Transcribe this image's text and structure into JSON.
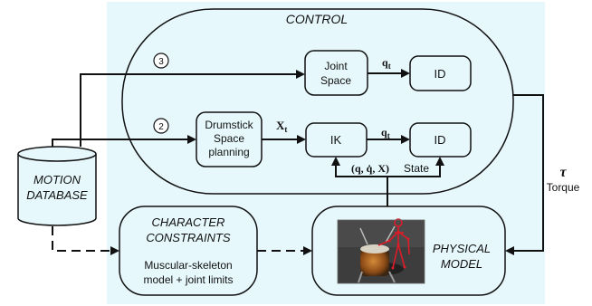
{
  "control": {
    "title": "CONTROL"
  },
  "paths": {
    "path3_label": "3",
    "path2_label": "2"
  },
  "nodes": {
    "joint_space": [
      "Joint",
      "Space"
    ],
    "id_top": "ID",
    "drumstick": [
      "Drumstick",
      "Space",
      "planning"
    ],
    "ik": "IK",
    "id_bottom": "ID"
  },
  "edges": {
    "qt_top": "q",
    "qt_top_sub": "t",
    "xt": "X",
    "xt_sub": "t",
    "qt_bottom": "q",
    "qt_bottom_sub": "t",
    "state_symbols": "(q, q̇, X)",
    "state_word": "State"
  },
  "torque": {
    "symbol": "τ",
    "label": "Torque"
  },
  "database": {
    "lines": [
      "MOTION",
      "DATABASE"
    ]
  },
  "constraints": {
    "title": [
      "CHARACTER",
      "CONSTRAINTS"
    ],
    "body": [
      "Muscular-skeleton",
      "model + joint limits"
    ]
  },
  "physical_model": {
    "lines": [
      "PHYSICAL",
      "MODEL"
    ]
  },
  "colors": {
    "cyan_bg": "#e6f8fc",
    "box_fill": "#e6f8fc",
    "stroke": "#111111"
  }
}
